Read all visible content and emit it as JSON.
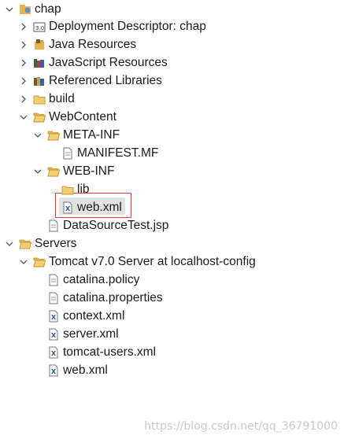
{
  "tree": {
    "project": "chap",
    "deployment_descriptor": "Deployment Descriptor: chap",
    "java_resources": "Java Resources",
    "javascript_resources": "JavaScript Resources",
    "referenced_libraries": "Referenced Libraries",
    "build": "build",
    "webcontent": "WebContent",
    "meta_inf": "META-INF",
    "manifest": "MANIFEST.MF",
    "web_inf": "WEB-INF",
    "lib": "lib",
    "web_xml": "web.xml",
    "datasource_test": "DataSourceTest.jsp",
    "servers": "Servers",
    "tomcat_config": "Tomcat v7.0 Server at localhost-config",
    "catalina_policy": "catalina.policy",
    "catalina_properties": "catalina.properties",
    "context_xml": "context.xml",
    "server_xml": "server.xml",
    "tomcat_users": "tomcat-users.xml",
    "server_web_xml": "web.xml"
  },
  "icons": {
    "folder": "folder-icon",
    "project": "project-icon",
    "xml": "xml-file-icon",
    "file": "file-icon",
    "java": "java-resources-icon",
    "js": "javascript-resources-icon",
    "lib": "library-icon",
    "descriptor": "deployment-descriptor-icon"
  },
  "watermark": "https://blog.csdn.net/qq_36791000",
  "colors": {
    "folder": "#e7b44a",
    "selection": "#e2e2e2",
    "highlight": "#e0403a"
  }
}
